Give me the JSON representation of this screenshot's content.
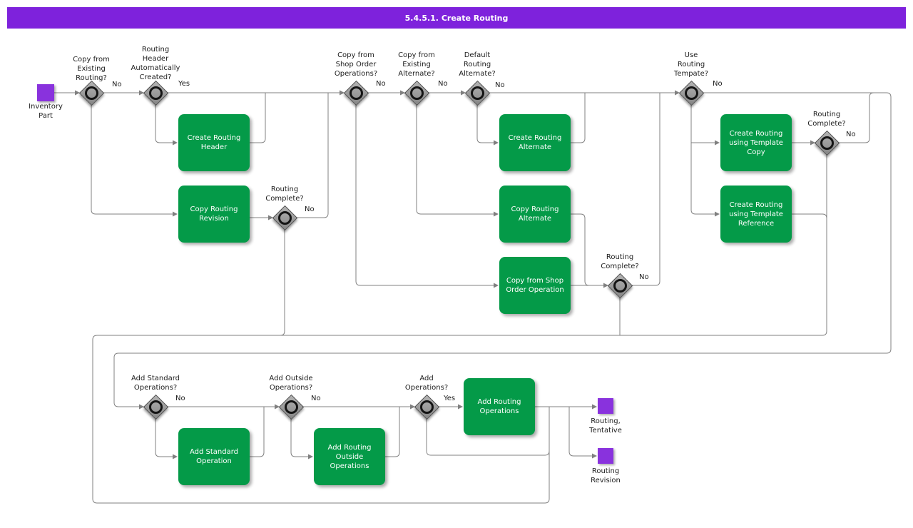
{
  "title": "5.4.5.1. Create Routing",
  "colors": {
    "title_bar": "#7e22dc",
    "process_green": "#049a48",
    "event_purple": "#8932dd",
    "line_gray": "#808080"
  },
  "start": {
    "label": "Inventory\nPart"
  },
  "ends": {
    "tentative": {
      "label": "Routing,\nTentative"
    },
    "revision": {
      "label": "Routing\nRevision"
    }
  },
  "decisions": {
    "copy_existing_routing": {
      "label": "Copy from\nExisting\nRouting?",
      "branch": "No"
    },
    "routing_header_auto": {
      "label": "Routing\nHeader\nAutomatically\nCreated?",
      "branch": "Yes"
    },
    "copy_shop_order_ops": {
      "label": "Copy from\nShop Order\nOperations?",
      "branch": "No"
    },
    "copy_existing_alt": {
      "label": "Copy from\nExisting\nAlternate?",
      "branch": "No"
    },
    "default_routing_alt": {
      "label": "Default\nRouting\nAlternate?",
      "branch": "No"
    },
    "use_routing_template": {
      "label": "Use\nRouting\nTempate?",
      "branch": "No"
    },
    "routing_complete_1": {
      "label": "Routing\nComplete?",
      "branch": "No"
    },
    "routing_complete_2": {
      "label": "Routing\nComplete?",
      "branch": "No"
    },
    "routing_complete_3": {
      "label": "Routing\nComplete?",
      "branch": "No"
    },
    "add_standard_ops": {
      "label": "Add Standard\nOperations?",
      "branch": "No"
    },
    "add_outside_ops": {
      "label": "Add Outside\nOperations?",
      "branch": "No"
    },
    "add_ops": {
      "label": "Add\nOperations?",
      "branch": "Yes"
    }
  },
  "processes": {
    "create_routing_header": {
      "label": "Create Routing\nHeader"
    },
    "copy_routing_revision": {
      "label": "Copy Routing\nRevision"
    },
    "create_routing_alternate": {
      "label": "Create Routing\nAlternate"
    },
    "copy_routing_alternate": {
      "label": "Copy Routing\nAlternate"
    },
    "copy_from_shop_order_op": {
      "label": "Copy from Shop\nOrder Operation"
    },
    "create_routing_tpl_copy": {
      "label": "Create Routing\nusing Template\nCopy"
    },
    "create_routing_tpl_ref": {
      "label": "Create Routing\nusing Template\nReference"
    },
    "add_standard_operation": {
      "label": "Add Standard\nOperation"
    },
    "add_routing_outside_ops": {
      "label": "Add Routing\nOutside\nOperations"
    },
    "add_routing_operations": {
      "label": "Add Routing\nOperations"
    }
  }
}
